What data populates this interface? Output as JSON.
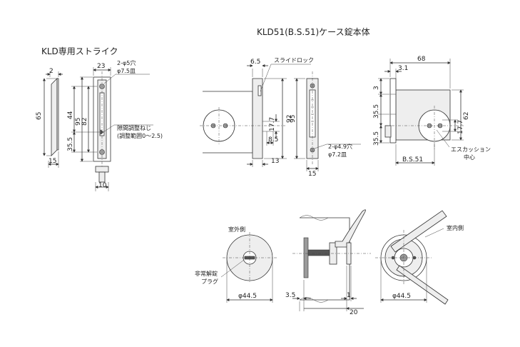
{
  "titles": {
    "strike": "KLD専用ストライク",
    "case_lock": "KLD51(B.S.51)ケース錠本体"
  },
  "strike_view": {
    "dims": [
      "2",
      "23",
      "65",
      "44",
      "95",
      "82",
      "35.5",
      "15",
      "10"
    ],
    "note_holes_1": "2-φ5穴",
    "note_holes_2": "φ7.5皿",
    "note_adjust_1": "隙間調整ねじ",
    "note_adjust_2": "(調整範囲0〜2.5)"
  },
  "case_front": {
    "dims": [
      "6.5",
      "92",
      "17.7",
      "8.5",
      "13"
    ],
    "note_slide": "スライドロック"
  },
  "case_face": {
    "dims": [
      "95",
      "15"
    ],
    "note_holes_1": "2-φ4.9穴",
    "note_holes_2": "φ7.2皿"
  },
  "case_side": {
    "dims": [
      "68",
      "3.1",
      "3",
      "35.5",
      "62",
      "17.7",
      "35.5",
      "B.S.51"
    ],
    "note_escutcheon_1": "エスカッション",
    "note_escutcheon_2": "中心"
  },
  "bottom_views": {
    "outdoor_label": "室外側",
    "emergency_1": "非常解錠",
    "emergency_2": "プラグ",
    "dim_outdoor": "φ44.5",
    "dims_side": [
      "3.5",
      "1",
      "20"
    ],
    "indoor_label": "室内側",
    "dim_indoor": "φ44.5"
  }
}
